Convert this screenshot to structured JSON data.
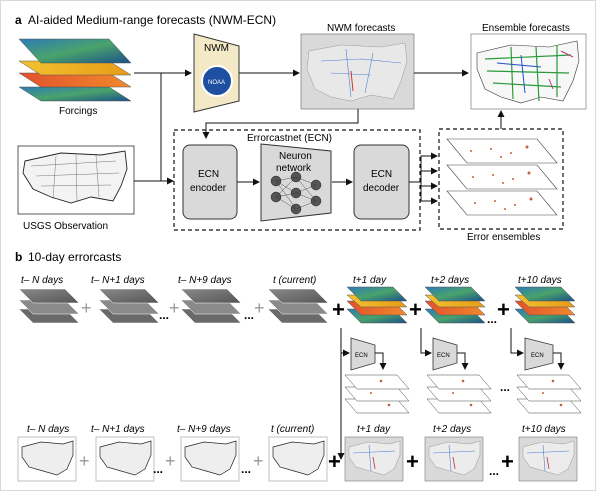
{
  "panel_a": {
    "label": "a",
    "title": "AI-aided Medium-range forecasts (NWM-ECN)",
    "forcings": "Forcings",
    "usgs": "USGS Observation",
    "nwm_box": "NWM",
    "noaa": "NOAA",
    "nwm_forecasts": "NWM forecasts",
    "ensemble_forecasts": "Ensemble forecasts",
    "ecn_group": "Errorcastnet (ECN)",
    "ecn_encoder": [
      "ECN",
      "encoder"
    ],
    "neuron_network": [
      "Neuron",
      "network"
    ],
    "ecn_decoder": [
      "ECN",
      "decoder"
    ],
    "error_ensembles": "Error ensembles"
  },
  "panel_b": {
    "label": "b",
    "title": "10-day errorcasts",
    "time_labels_top": [
      "t– N days",
      "t– N+1 days",
      "t– N+9 days",
      "t (current)"
    ],
    "forecast_labels": [
      "t+1 day",
      "t+2 days",
      "t+10 days"
    ],
    "time_labels_bottom": [
      "t– N days",
      "t– N+1 days",
      "t– N+9 days",
      "t (current)"
    ],
    "bottom_forecast_labels": [
      "t+1 day",
      "t+2 days",
      "t+10 days"
    ],
    "ecn_small": "ECN",
    "plus": "+",
    "ellipsis": "..."
  },
  "colors": {
    "ecn_box": "#d9d9d9",
    "dashed": "#111111",
    "nwm_trapezoid": "#f4e9c6",
    "map_fill": "#dcdcdc",
    "error_dots": "#c0603a"
  }
}
